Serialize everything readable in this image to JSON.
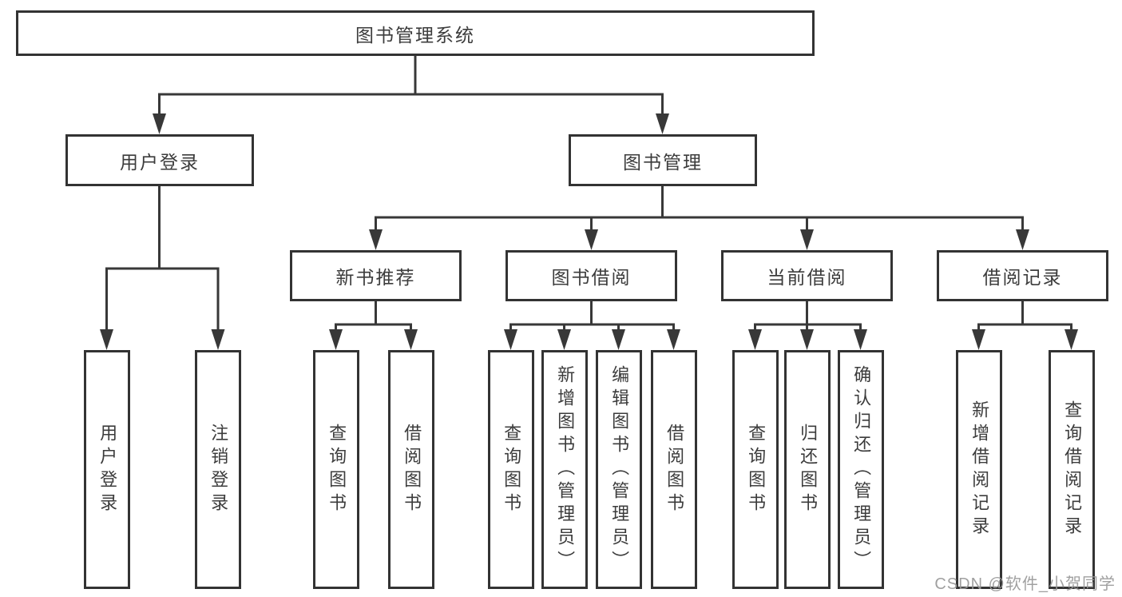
{
  "tree": {
    "label": "图书管理系统",
    "children": [
      {
        "label": "用户登录",
        "children": [
          {
            "label": "用户登录"
          },
          {
            "label": "注销登录"
          }
        ]
      },
      {
        "label": "图书管理",
        "children": [
          {
            "label": "新书推荐",
            "children": [
              {
                "label": "查询图书"
              },
              {
                "label": "借阅图书"
              }
            ]
          },
          {
            "label": "图书借阅",
            "children": [
              {
                "label": "查询图书"
              },
              {
                "label": "新增图书（管理员）"
              },
              {
                "label": "编辑图书（管理员）"
              },
              {
                "label": "借阅图书"
              }
            ]
          },
          {
            "label": "当前借阅",
            "children": [
              {
                "label": "查询图书"
              },
              {
                "label": "归还图书"
              },
              {
                "label": "确认归还（管理员）"
              }
            ]
          },
          {
            "label": "借阅记录",
            "children": [
              {
                "label": "新增借阅记录"
              },
              {
                "label": "查询借阅记录"
              }
            ]
          }
        ]
      }
    ]
  },
  "watermark": "CSDN @软件_小贺同学",
  "colors": {
    "line": "#383838",
    "box_border": "#333333",
    "text": "#3c3c3c",
    "watermark": "#989898",
    "background": "#ffffff"
  }
}
